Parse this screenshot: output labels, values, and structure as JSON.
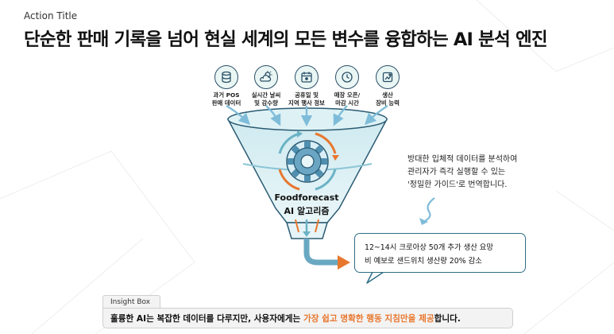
{
  "header": {
    "action_title": "Action Title",
    "main_title": "단순한 판매 기록을 넘어 현실 세계의 모든 변수를 융합하는 AI 분석 엔진"
  },
  "sources": [
    {
      "icon": "database-icon",
      "line1": "과거 POS",
      "line2": "판매 데이터"
    },
    {
      "icon": "weather-icon",
      "line1": "실시간 날씨",
      "line2": "및 강수량"
    },
    {
      "icon": "calendar-icon",
      "line1": "공휴일 및",
      "line2": "지역 행사 정보"
    },
    {
      "icon": "clock-icon",
      "line1": "매장 오픈/",
      "line2": "마감 시간"
    },
    {
      "icon": "equipment-icon",
      "line1": "생산",
      "line2": "장비 능력"
    }
  ],
  "engine": {
    "name": "Foodforecast",
    "subtitle": "AI 알고리즘"
  },
  "side_note": {
    "line1": "방대한 입체적 데이터를 분석하여",
    "line2": "관리자가 즉각 실행할 수 있는",
    "line3": "'정밀한 가이드'로 번역합니다."
  },
  "output": {
    "line1": "12~14시 크로아상 50개 추가 생산 요망",
    "line2": "비 예보로 샌드위치 생산량 20% 감소"
  },
  "insight": {
    "tab": "Insight Box",
    "before": "훌륭한 AI는 복잡한 데이터를 다루지만, 사용자에게는 ",
    "highlight": "가장 쉽고 명확한 행동 지침만을 제공",
    "after": "합니다."
  },
  "colors": {
    "funnel_fill": "#d6eef2",
    "funnel_stroke": "#2b5b73",
    "inflow_arrow": "#7fbcd9",
    "accent_orange": "#e8772e",
    "bubble_border": "#2f6e86"
  }
}
